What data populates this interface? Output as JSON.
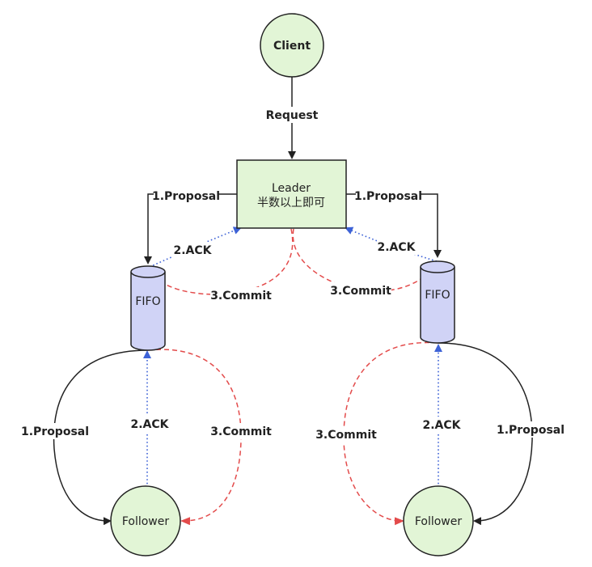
{
  "nodes": {
    "client": "Client",
    "leader_line1": "Leader",
    "leader_line2": "半数以上即可",
    "fifo_left": "FIFO",
    "fifo_right": "FIFO",
    "follower_left": "Follower",
    "follower_right": "Follower"
  },
  "edges": {
    "request": "Request",
    "proposal_leader_left": "1.Proposal",
    "proposal_leader_right": "1.Proposal",
    "ack_left_top": "2.ACK",
    "ack_right_top": "2.ACK",
    "commit_left_top": "3.Commit",
    "commit_right_top": "3.Commit",
    "proposal_left_bottom": "1.Proposal",
    "ack_left_bottom": "2.ACK",
    "commit_left_bottom": "3.Commit",
    "commit_right_bottom": "3.Commit",
    "ack_right_bottom": "2.ACK",
    "proposal_right_bottom": "1.Proposal"
  },
  "colors": {
    "circle_fill": "#e2f5d6",
    "box_fill": "#e2f5d6",
    "fifo_fill": "#d0d3f6",
    "commit_line": "#e34b4b",
    "ack_line": "#3d62d6",
    "proposal_line": "#222222"
  }
}
